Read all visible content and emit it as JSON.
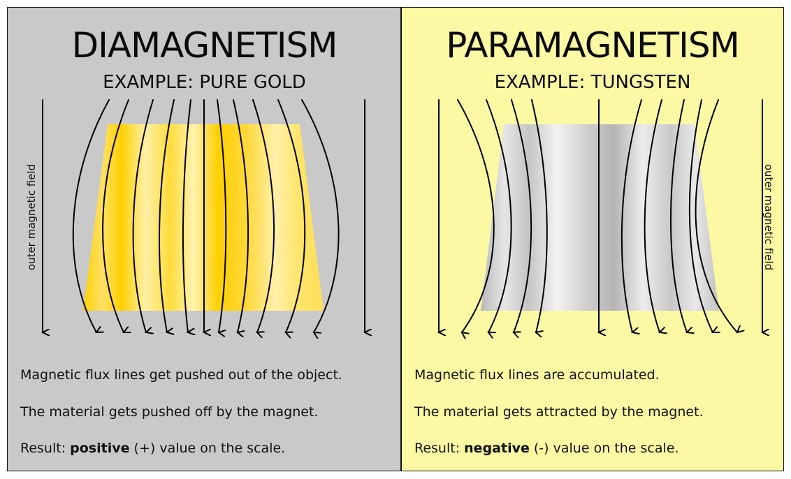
{
  "diamagnetism": {
    "title": "DIAMAGNETISM",
    "example": "EXAMPLE: PURE GOLD",
    "field_label": "outer magnetic field",
    "statements": {
      "line1": "Magnetic flux lines get pushed out of the object.",
      "line2": "The material gets pushed off by the magnet.",
      "result_prefix": "Result: ",
      "result_bold": "positive",
      "result_sign": " (+)",
      "result_suffix": " value on the scale."
    },
    "colors": {
      "background": "#c9c9c9",
      "object": "#ffd500",
      "object_light": "#fff0a0"
    }
  },
  "paramagnetism": {
    "title": "PARAMAGNETISM",
    "example": "EXAMPLE: TUNGSTEN",
    "field_label": "outer magnetic field",
    "statements": {
      "line1": "Magnetic flux lines are accumulated.",
      "line2": "The material gets attracted by the magnet.",
      "result_prefix": "Result: ",
      "result_bold": "negative",
      "result_sign": " (-)",
      "result_suffix": " value on the scale."
    },
    "colors": {
      "background": "#fcf9a4",
      "object": "#bfbfbf",
      "object_light": "#f0f0f0"
    }
  }
}
